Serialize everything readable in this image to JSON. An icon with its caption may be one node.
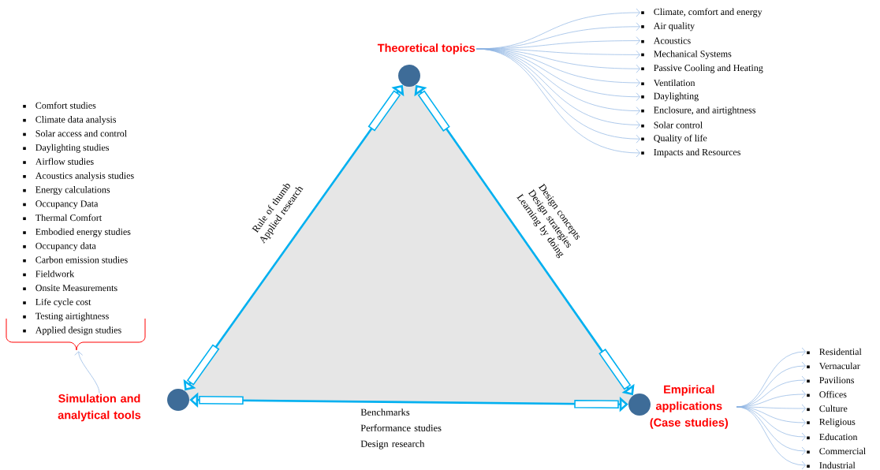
{
  "diagram": {
    "nodes": [
      {
        "text": [
          "Theoretical topics"
        ]
      },
      {
        "text": [
          "Climate, comfort and energy"
        ]
      },
      {
        "text": [
          "Air quality"
        ]
      },
      {
        "text": [
          "Acoustics"
        ]
      },
      {
        "text": [
          "Mechanical Systems"
        ]
      },
      {
        "text": [
          "Passive Cooling and Heating"
        ]
      },
      {
        "text": [
          "Ventilation"
        ]
      },
      {
        "text": [
          "Daylighting"
        ]
      },
      {
        "text": [
          "Enclosure, and airtightness"
        ]
      },
      {
        "text": [
          "Solar control"
        ]
      },
      {
        "text": [
          "Quality of life"
        ]
      },
      {
        "text": [
          "Impacts and Resources"
        ]
      },
      {
        "text": [],
        "shape": "circle"
      },
      {
        "text": [
          "Comfort studies",
          "Climate data analysis",
          "Solar access and control",
          "Daylighting studies",
          "Airflow studies",
          "Acoustics analysis studies",
          "Energy calculations",
          "Occupancy Data",
          "Thermal Comfort",
          "Embodied energy studies",
          "Occupancy data",
          "Carbon emission studies",
          "Fieldwork",
          "Onsite Measurements",
          "Life cycle cost",
          "Testing airtightness",
          "Applied design studies"
        ]
      },
      {
        "text": [],
        "shape": "circle"
      },
      {
        "text": [
          "Simulation and analytical tools"
        ]
      },
      {
        "text": [],
        "shape": "circle"
      },
      {
        "text": [
          "Empirical applications (Case studies)"
        ]
      },
      {
        "text": [
          "Residential"
        ]
      },
      {
        "text": [
          "Vernacular"
        ]
      },
      {
        "text": [
          "Pavilions"
        ]
      },
      {
        "text": [
          "Offices"
        ]
      },
      {
        "text": [
          "Culture"
        ]
      },
      {
        "text": [
          "Religious"
        ]
      },
      {
        "text": [
          "Education"
        ]
      },
      {
        "text": [
          "Commercial"
        ]
      },
      {
        "text": [
          "Industrial"
        ]
      }
    ],
    "edges": [
      {
        "from": 12,
        "to": 14,
        "arrow": "both",
        "label": "Rule of thumb Applied research",
        "style": "thick",
        "color": "#00b0f0"
      },
      {
        "from": 12,
        "to": 16,
        "arrow": "both",
        "label": "Design concepts Design strategies Learning by doing",
        "style": "thick",
        "color": "#00b0f0"
      },
      {
        "from": 14,
        "to": 16,
        "arrow": "both",
        "label": "Benchmarks Performance studies Design research",
        "style": "thick",
        "color": "#00b0f0"
      },
      {
        "from": 0,
        "to": 1,
        "arrow": "to"
      },
      {
        "from": 0,
        "to": 2,
        "arrow": "to"
      },
      {
        "from": 0,
        "to": 3,
        "arrow": "to"
      },
      {
        "from": 0,
        "to": 4,
        "arrow": "to"
      },
      {
        "from": 0,
        "to": 5,
        "arrow": "to"
      },
      {
        "from": 0,
        "to": 6,
        "arrow": "to"
      },
      {
        "from": 0,
        "to": 7,
        "arrow": "to"
      },
      {
        "from": 0,
        "to": 8,
        "arrow": "to"
      },
      {
        "from": 0,
        "to": 9,
        "arrow": "to"
      },
      {
        "from": 0,
        "to": 10,
        "arrow": "to"
      },
      {
        "from": 0,
        "to": 11,
        "arrow": "to"
      },
      {
        "from": 15,
        "to": 13,
        "arrow": "to"
      },
      {
        "from": 17,
        "to": 18,
        "arrow": "to"
      },
      {
        "from": 17,
        "to": 19,
        "arrow": "to"
      },
      {
        "from": 17,
        "to": 20,
        "arrow": "to"
      },
      {
        "from": 17,
        "to": 21,
        "arrow": "to"
      },
      {
        "from": 17,
        "to": 22,
        "arrow": "to"
      },
      {
        "from": 17,
        "to": 23,
        "arrow": "to"
      },
      {
        "from": 17,
        "to": 24,
        "arrow": "to"
      },
      {
        "from": 17,
        "to": 25,
        "arrow": "to"
      },
      {
        "from": 17,
        "to": 26,
        "arrow": "to"
      }
    ]
  }
}
